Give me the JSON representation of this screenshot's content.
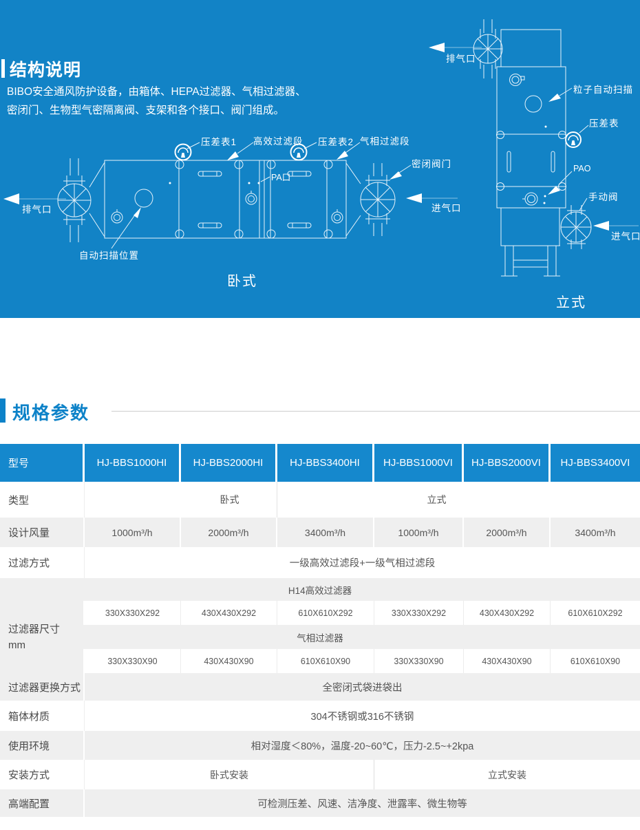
{
  "hero": {
    "title": "结构说明",
    "description_line1": "BIBO安全通风防护设备，由箱体、HEPA过滤器、气相过滤器、",
    "description_line2": "密闭门、生物型气密隔离阀、支架和各个接口、阀门组成。",
    "colors": {
      "background": "#1283c6",
      "accent": "#0d82c8",
      "table_header": "#1588cd"
    },
    "horizontal_diagram": {
      "caption": "卧式",
      "labels": {
        "exhaust_port": "排气口",
        "gauge1": "压差表1",
        "hepa_section": "高效过滤段",
        "gauge2": "压差表2",
        "gas_section": "气相过滤段",
        "sealed_valve": "密闭阀门",
        "pao_port": "PA口",
        "inlet_port": "进气口",
        "auto_scan": "自动扫描位置"
      }
    },
    "vertical_diagram": {
      "caption": "立式",
      "labels": {
        "exhaust_port": "排气口",
        "particle_scan": "粒子自动扫描",
        "gauge": "压差表",
        "pao": "PAO",
        "manual_valve": "手动阀",
        "inlet_port": "进气口"
      }
    }
  },
  "spec": {
    "section_title": "规格参数",
    "table": {
      "model_label": "型号",
      "models": [
        "HJ-BBS1000HI",
        "HJ-BBS2000HI",
        "HJ-BBS3400HI",
        "HJ-BBS1000VI",
        "HJ-BBS2000VI",
        "HJ-BBS3400VI"
      ],
      "type": {
        "label": "类型",
        "horizontal": "卧式",
        "vertical": "立式"
      },
      "airflow": {
        "label": "设计风量",
        "values": [
          "1000m³/h",
          "2000m³/h",
          "3400m³/h",
          "1000m³/h",
          "2000m³/h",
          "3400m³/h"
        ]
      },
      "filter_method": {
        "label": "过滤方式",
        "value": "一级高效过滤段+一级气相过滤段"
      },
      "filter_size": {
        "label": "过滤器尺寸",
        "unit": "mm",
        "hepa_header": "H14高效过滤器",
        "hepa_values": [
          "330X330X292",
          "430X430X292",
          "610X610X292",
          "330X330X292",
          "430X430X292",
          "610X610X292"
        ],
        "gas_header": "气相过滤器",
        "gas_values": [
          "330X330X90",
          "430X430X90",
          "610X610X90",
          "330X330X90",
          "430X430X90",
          "610X610X90"
        ]
      },
      "replace": {
        "label": "过滤器更换方式",
        "value": "全密闭式袋进袋出"
      },
      "material": {
        "label": "箱体材质",
        "value": "304不锈钢或316不锈钢"
      },
      "environment": {
        "label": "使用环境",
        "value": "相对湿度＜80%，温度-20~60℃，压力-2.5~+2kpa"
      },
      "install": {
        "label": "安装方式",
        "horizontal": "卧式安装",
        "vertical": "立式安装"
      },
      "config": {
        "label": "高端配置",
        "value": "可检测压差、风速、洁净度、泄露率、微生物等"
      }
    }
  }
}
